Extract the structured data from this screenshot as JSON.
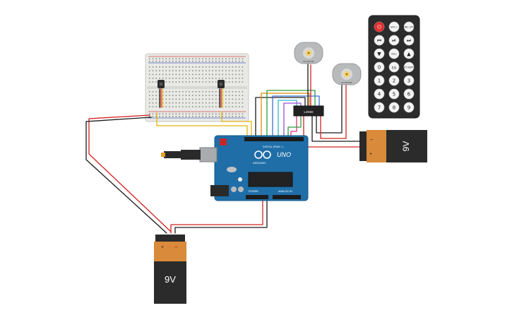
{
  "arduino": {
    "brand": "UNO",
    "maker": "ARDUINO",
    "digital_label": "DIGITAL (PWM ~)",
    "power_label": "POWER",
    "analog_label": "ANALOG IN"
  },
  "driver_chip": {
    "label": "L293D"
  },
  "motors": [
    {
      "label": "DC MOTOR"
    },
    {
      "label": "DC MOTOR"
    }
  ],
  "batteries": [
    {
      "label": "9V",
      "plus": "+",
      "minus": "−"
    },
    {
      "label": "9V",
      "plus": "+",
      "minus": "−"
    }
  ],
  "remote": {
    "buttons": [
      {
        "label": "⏻",
        "icon": "power-icon"
      },
      {
        "label": "VOL+",
        "icon": ""
      },
      {
        "label": "FUNC STOP",
        "icon": ""
      },
      {
        "label": "⏮",
        "icon": "rewind-icon"
      },
      {
        "label": "⏯",
        "icon": "play-pause-icon"
      },
      {
        "label": "⏭",
        "icon": "fast-forward-icon"
      },
      {
        "label": "▼",
        "icon": "down-icon"
      },
      {
        "label": "VOL-",
        "icon": ""
      },
      {
        "label": "▲",
        "icon": "up-icon"
      },
      {
        "label": "0",
        "icon": ""
      },
      {
        "label": "EQ",
        "icon": ""
      },
      {
        "label": "ST REPT",
        "icon": ""
      },
      {
        "label": "1",
        "icon": ""
      },
      {
        "label": "2",
        "icon": ""
      },
      {
        "label": "3",
        "icon": ""
      },
      {
        "label": "4",
        "icon": ""
      },
      {
        "label": "5",
        "icon": ""
      },
      {
        "label": "6",
        "icon": ""
      },
      {
        "label": "7",
        "icon": ""
      },
      {
        "label": "8",
        "icon": ""
      },
      {
        "label": "9",
        "icon": ""
      }
    ]
  },
  "colors": {
    "board_blue": "#1f6ea8",
    "wire_red": "#d32020",
    "wire_black": "#1a1a1a",
    "wire_yellow": "#e6b400",
    "battery_orange": "#d98a3a",
    "power_red": "#e03030"
  }
}
